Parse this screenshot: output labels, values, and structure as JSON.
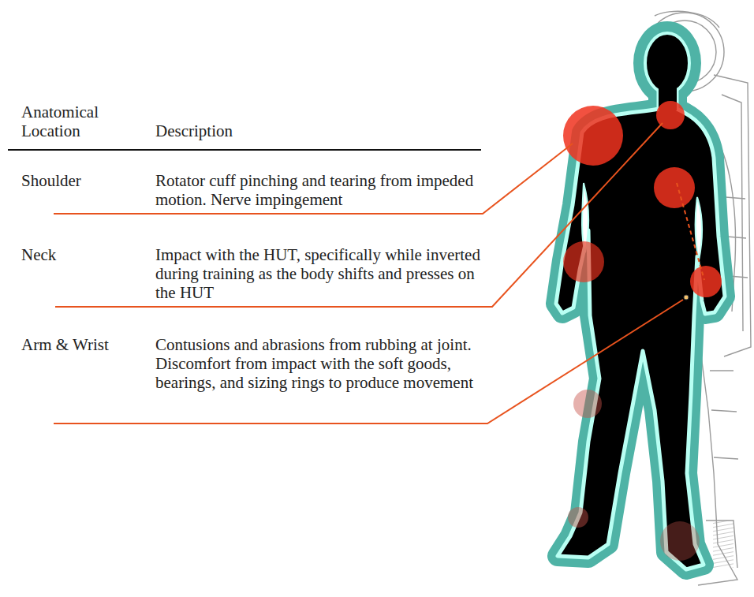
{
  "diagram": {
    "labels": [
      "Anatomical Location",
      "Description",
      "Shoulder",
      "Rotator cuff pinching and tearing from impeded motion. Nerve impingement",
      "Neck",
      "Impact with the HUT, specifically while inverted during training as the body shifts and presses on the HUT",
      "Arm & Wrist",
      "Contusions and abrasions from rubbing at joint. Discomfort from impact with the soft goods, bearings, and sizing rings to produce movement"
    ]
  }
}
